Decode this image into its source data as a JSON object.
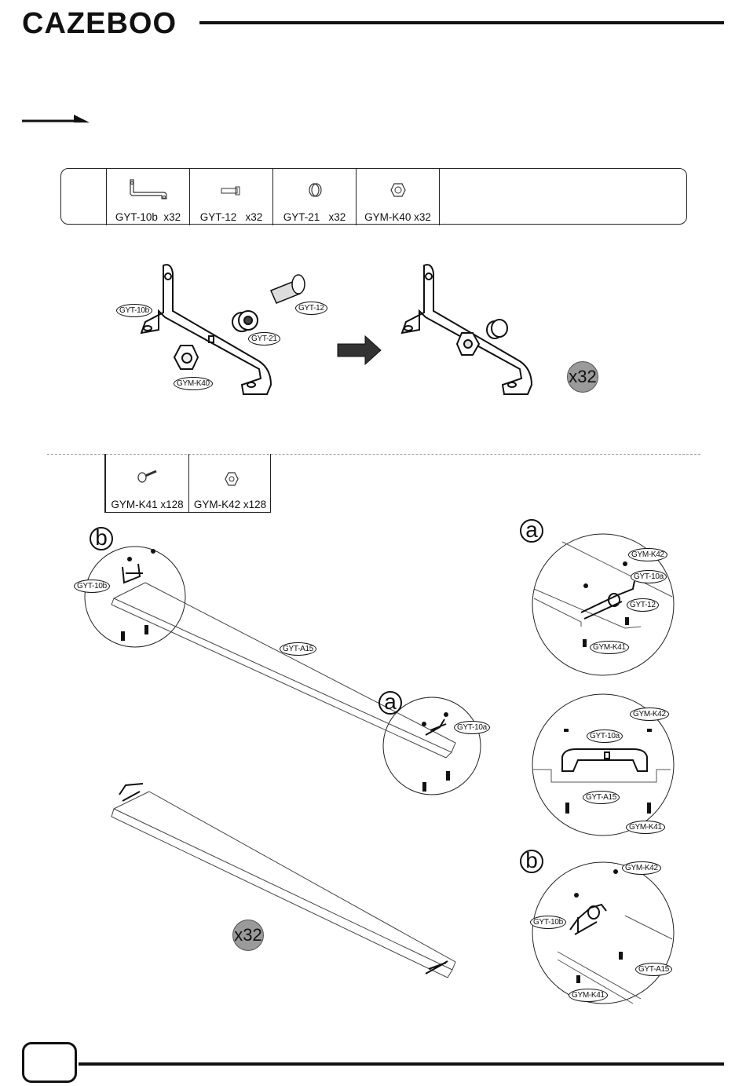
{
  "brand": {
    "name": "CAZEBOO"
  },
  "hardware_top": [
    {
      "code": "GYT-10b",
      "qty": "x32",
      "icon": "l-bracket-icon"
    },
    {
      "code": "GYT-12",
      "qty": "x32",
      "icon": "pin-icon"
    },
    {
      "code": "GYT-21",
      "qty": "x32",
      "icon": "spacer-icon"
    },
    {
      "code": "GYM-K40",
      "qty": "x32",
      "icon": "nut-icon"
    }
  ],
  "hardware_bottom": [
    {
      "code": "GYM-K41",
      "qty": "x128",
      "icon": "screw-icon"
    },
    {
      "code": "GYM-K42",
      "qty": "x128",
      "icon": "lock-nut-icon"
    }
  ],
  "step1": {
    "callouts": {
      "bracket": "GYT-10b",
      "pin": "GYT-12",
      "spacer": "GYT-21",
      "nut": "GYM-K40"
    },
    "repeat": "x32"
  },
  "step2": {
    "letters": {
      "b_main": "b",
      "a_main": "a",
      "a_detail": "a",
      "b_detail": "b"
    },
    "main_callouts": {
      "bracket_b": "GYT-10b",
      "rail": "GYT-A15",
      "bracket_a": "GYT-10a"
    },
    "detail_a": {
      "lock_nut": "GYM-K42",
      "bracket": "GYT-10a",
      "pin": "GYT-12",
      "screw": "GYM-K41"
    },
    "detail_mid": {
      "lock_nut": "GYM-K42",
      "bracket": "GYT-10a",
      "rail": "GYT-A15",
      "screw": "GYM-K41"
    },
    "detail_b": {
      "lock_nut": "GYM-K42",
      "bracket": "GYT-10b",
      "rail": "GYT-A15",
      "screw": "GYM-K41"
    },
    "repeat": "x32"
  }
}
